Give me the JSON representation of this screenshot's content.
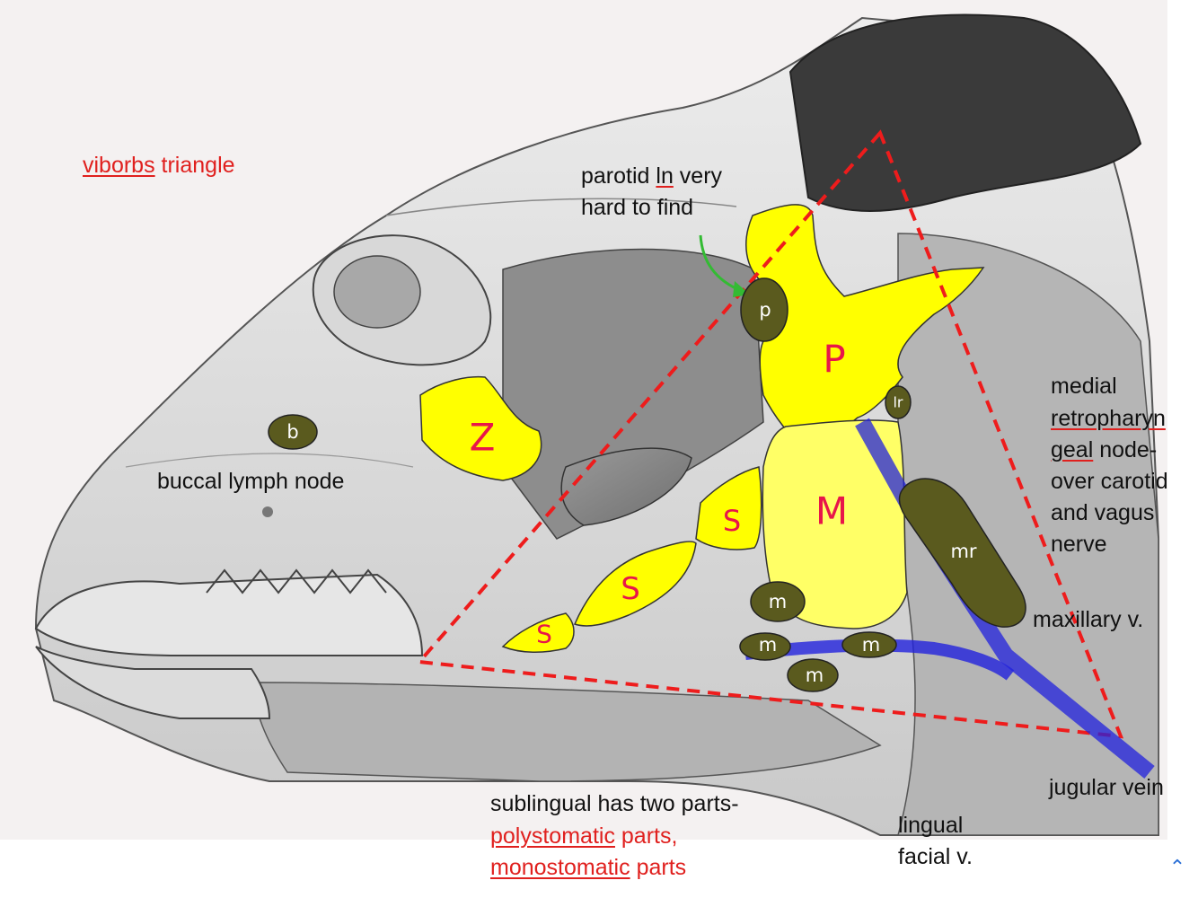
{
  "regions": [
    {
      "name": "zygomatic-gland",
      "letter": "Z"
    },
    {
      "name": "parotid-gland",
      "letter": "P"
    },
    {
      "name": "mandibular-gland",
      "letter": "M"
    },
    {
      "name": "sublingual-part-1",
      "letter": "S"
    },
    {
      "name": "sublingual-part-2",
      "letter": "S"
    },
    {
      "name": "sublingual-part-3",
      "letter": "S"
    }
  ],
  "nodes": [
    {
      "name": "buccal-node",
      "letter": "b"
    },
    {
      "name": "parotid-node",
      "letter": "p"
    },
    {
      "name": "lateral-retropharyngeal-node",
      "letter": "lr"
    },
    {
      "name": "medial-retropharyngeal-node",
      "letter": "mr"
    },
    {
      "name": "mandibular-node-1",
      "letter": "m"
    },
    {
      "name": "mandibular-node-2",
      "letter": "m"
    },
    {
      "name": "mandibular-node-3",
      "letter": "m"
    },
    {
      "name": "mandibular-node-4",
      "letter": "m"
    }
  ],
  "annotations": {
    "viborg_word": "viborbs",
    "viborg_rest": " triangle",
    "buccal": "buccal lymph node",
    "parotid_line1_a": "parotid ",
    "parotid_line1_b": "ln",
    "parotid_line1_c": " very",
    "parotid_line2": "hard to find",
    "medial_line1": "medial",
    "medial_line2": "retropharyn",
    "medial_line3_a": "geal",
    "medial_line3_b": " node-",
    "medial_line4": "over carotid",
    "medial_line5": "and vagus",
    "medial_line6": "nerve",
    "maxillary": "maxillary v.",
    "jugular": "jugular vein",
    "lingual_line1": "lingual",
    "lingual_line2": "facial v.",
    "sublingual_line1": "sublingual has two parts-",
    "sublingual_line2_a": "polystomatic",
    "sublingual_line2_b": " parts,",
    "sublingual_line3_a": "monostomatic",
    "sublingual_line3_b": " parts"
  },
  "colors": {
    "gland": "#ffff00",
    "node": "#5a5a1e",
    "triangle": "#ee1c1c",
    "vein": "#2222dd",
    "arrow": "#33bb33",
    "label_red": "#e0201e"
  }
}
